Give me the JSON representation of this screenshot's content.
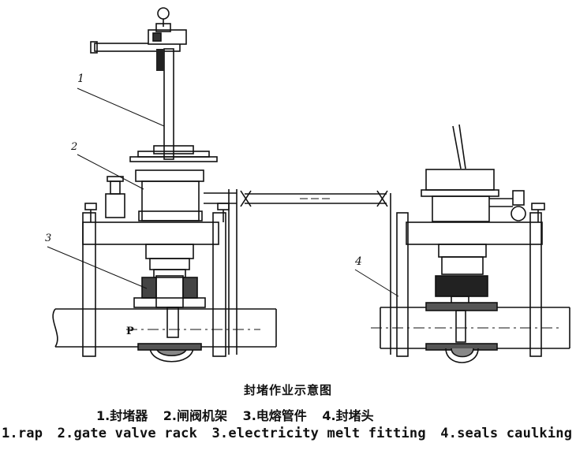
{
  "callouts": [
    "1",
    "2",
    "3",
    "4"
  ],
  "pipe_label": "P",
  "caption_cn": "封堵作业示意图",
  "legend_cn": [
    "1.封堵器",
    "2.闸阀机架",
    "3.电熔管件",
    "4.封堵头"
  ],
  "legend_en": [
    "1.rap",
    "2.gate valve rack",
    "3.electricity melt fitting",
    "4.seals caulking"
  ]
}
